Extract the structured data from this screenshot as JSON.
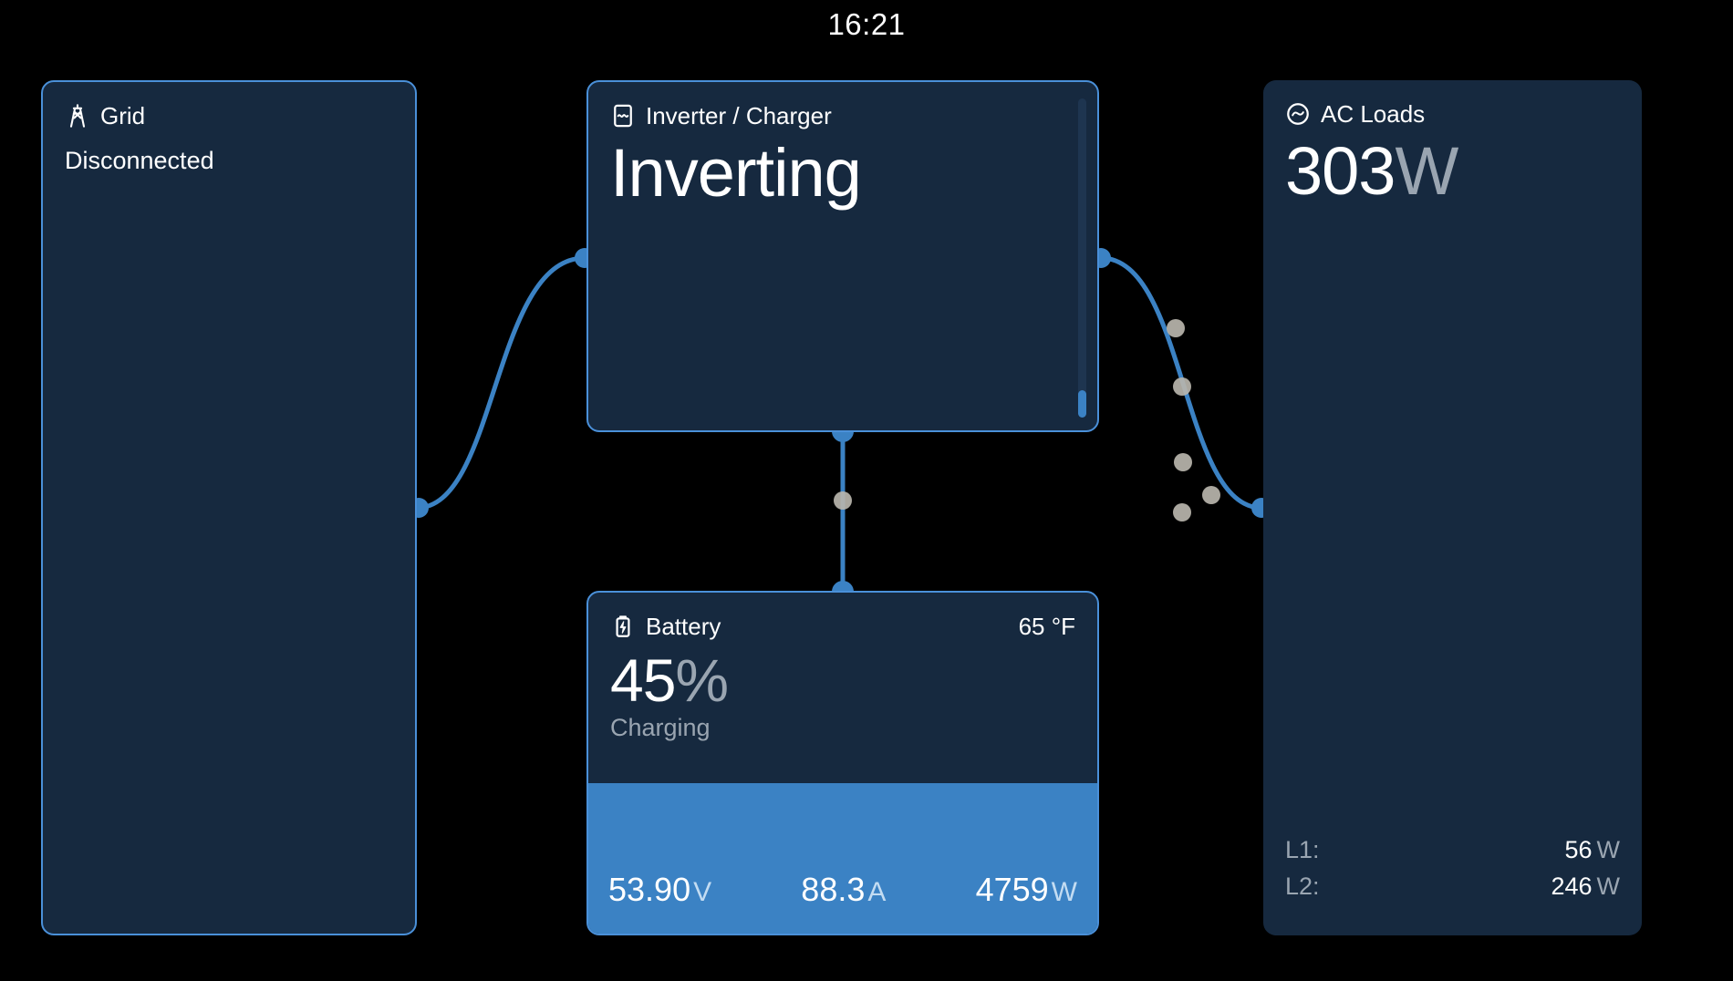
{
  "clock": {
    "time": "16:21"
  },
  "colors": {
    "background": "#000000",
    "panel_bg": "#16293f",
    "panel_border": "#4a90d9",
    "accent": "#3b82c4",
    "muted_text": "#9aa5b1",
    "text": "#ffffff"
  },
  "panels": {
    "grid": {
      "icon": "transmission-tower-icon",
      "title": "Grid",
      "status": "Disconnected"
    },
    "inverter": {
      "icon": "inverter-sine-box-icon",
      "title": "Inverter / Charger",
      "state": "Inverting"
    },
    "ac_loads": {
      "icon": "ac-sine-circle-icon",
      "title": "AC Loads",
      "value": "303",
      "unit": "W",
      "lines": [
        {
          "label": "L1:",
          "value": "56",
          "unit": "W"
        },
        {
          "label": "L2:",
          "value": "246",
          "unit": "W"
        }
      ]
    },
    "battery": {
      "icon": "battery-charging-icon",
      "title": "Battery",
      "temperature": "65 °F",
      "soc_value": "45",
      "soc_unit": "%",
      "soc_percent": 45,
      "status": "Charging",
      "stats": [
        {
          "value": "53.90",
          "unit": "V"
        },
        {
          "value": "88.3",
          "unit": "A"
        },
        {
          "value": "4759",
          "unit": "W"
        }
      ]
    }
  },
  "connections": [
    {
      "name": "grid-to-inverter",
      "flowing": false,
      "dots": 0
    },
    {
      "name": "inverter-to-ac-loads",
      "flowing": true,
      "dots": 5
    },
    {
      "name": "inverter-to-battery",
      "flowing": true,
      "dots": 1
    }
  ]
}
